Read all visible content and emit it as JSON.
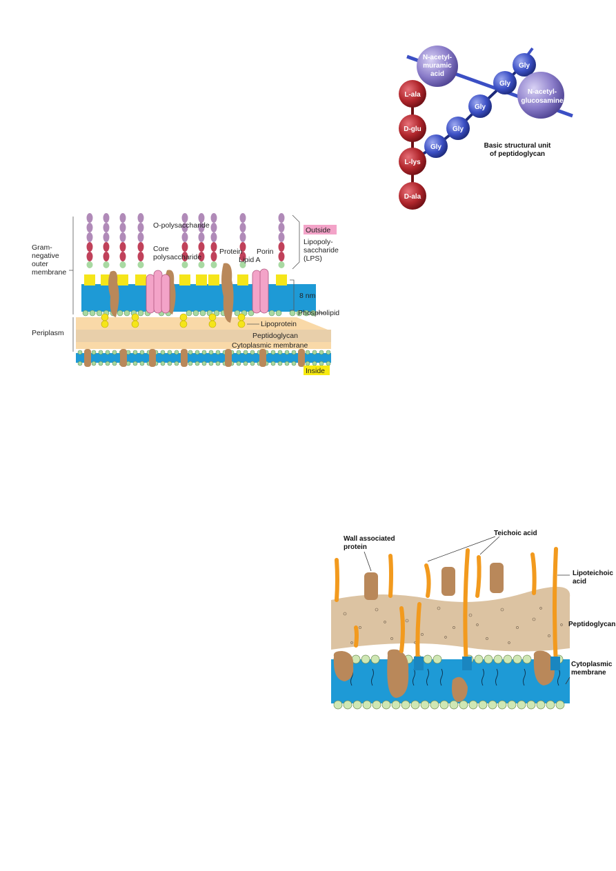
{
  "peptidoglycan_unit": {
    "caption_line1": "Basic structural unit",
    "caption_line2": "of peptidoglycan",
    "nam_line1": "N-acetyl-",
    "nam_line2": "muramic",
    "nam_line3": "acid",
    "nag_line1": "N-acetyl-",
    "nag_line2": "glucosamine",
    "amino_acids": [
      "L-ala",
      "D-glu",
      "L-lys",
      "D-ala"
    ],
    "gly": "Gly",
    "colors": {
      "amino": "#b0262c",
      "gly": "#3b4fc4",
      "sugar": "#8a7cc9"
    }
  },
  "gram_negative": {
    "gram_label_lines": [
      "Gram-",
      "negative",
      "outer",
      "membrane"
    ],
    "periplasm": "Periplasm",
    "o_polysaccharide": "O-polysaccharide",
    "core_line1": "Core",
    "core_line2": "polysaccharide",
    "protein": "Protein",
    "lipid_a": "Lipid A",
    "porin": "Porin",
    "outside": "Outside",
    "lps_lines": [
      "Lipopoly-",
      "saccharide",
      "(LPS)"
    ],
    "thickness": "8 nm",
    "phospholipid": "Phospholipid",
    "lipoprotein": "Lipoprotein",
    "peptidoglycan": "Peptidoglycan",
    "cytoplasmic_membrane": "Cytoplasmic membrane",
    "inside": "Inside",
    "colors": {
      "outside_tag": "#f3a3c8",
      "inside_tag": "#f7ea10",
      "membrane": "#1e9ad6",
      "lipid_a": "#f5e51a"
    }
  },
  "gram_positive": {
    "wall_protein_line1": "Wall associated",
    "wall_protein_line2": "protein",
    "teichoic": "Teichoic acid",
    "lipoteichoic_line1": "Lipoteichoic",
    "lipoteichoic_line2": "acid",
    "peptidoglycan": "Peptidoglycan",
    "cytoplasmic_line1": "Cytoplasmic",
    "cytoplasmic_line2": "membrane",
    "colors": {
      "teichoic": "#f29a1e",
      "protein": "#b9885a",
      "wall": "#dcc3a2",
      "membrane": "#1e9ad6"
    }
  }
}
